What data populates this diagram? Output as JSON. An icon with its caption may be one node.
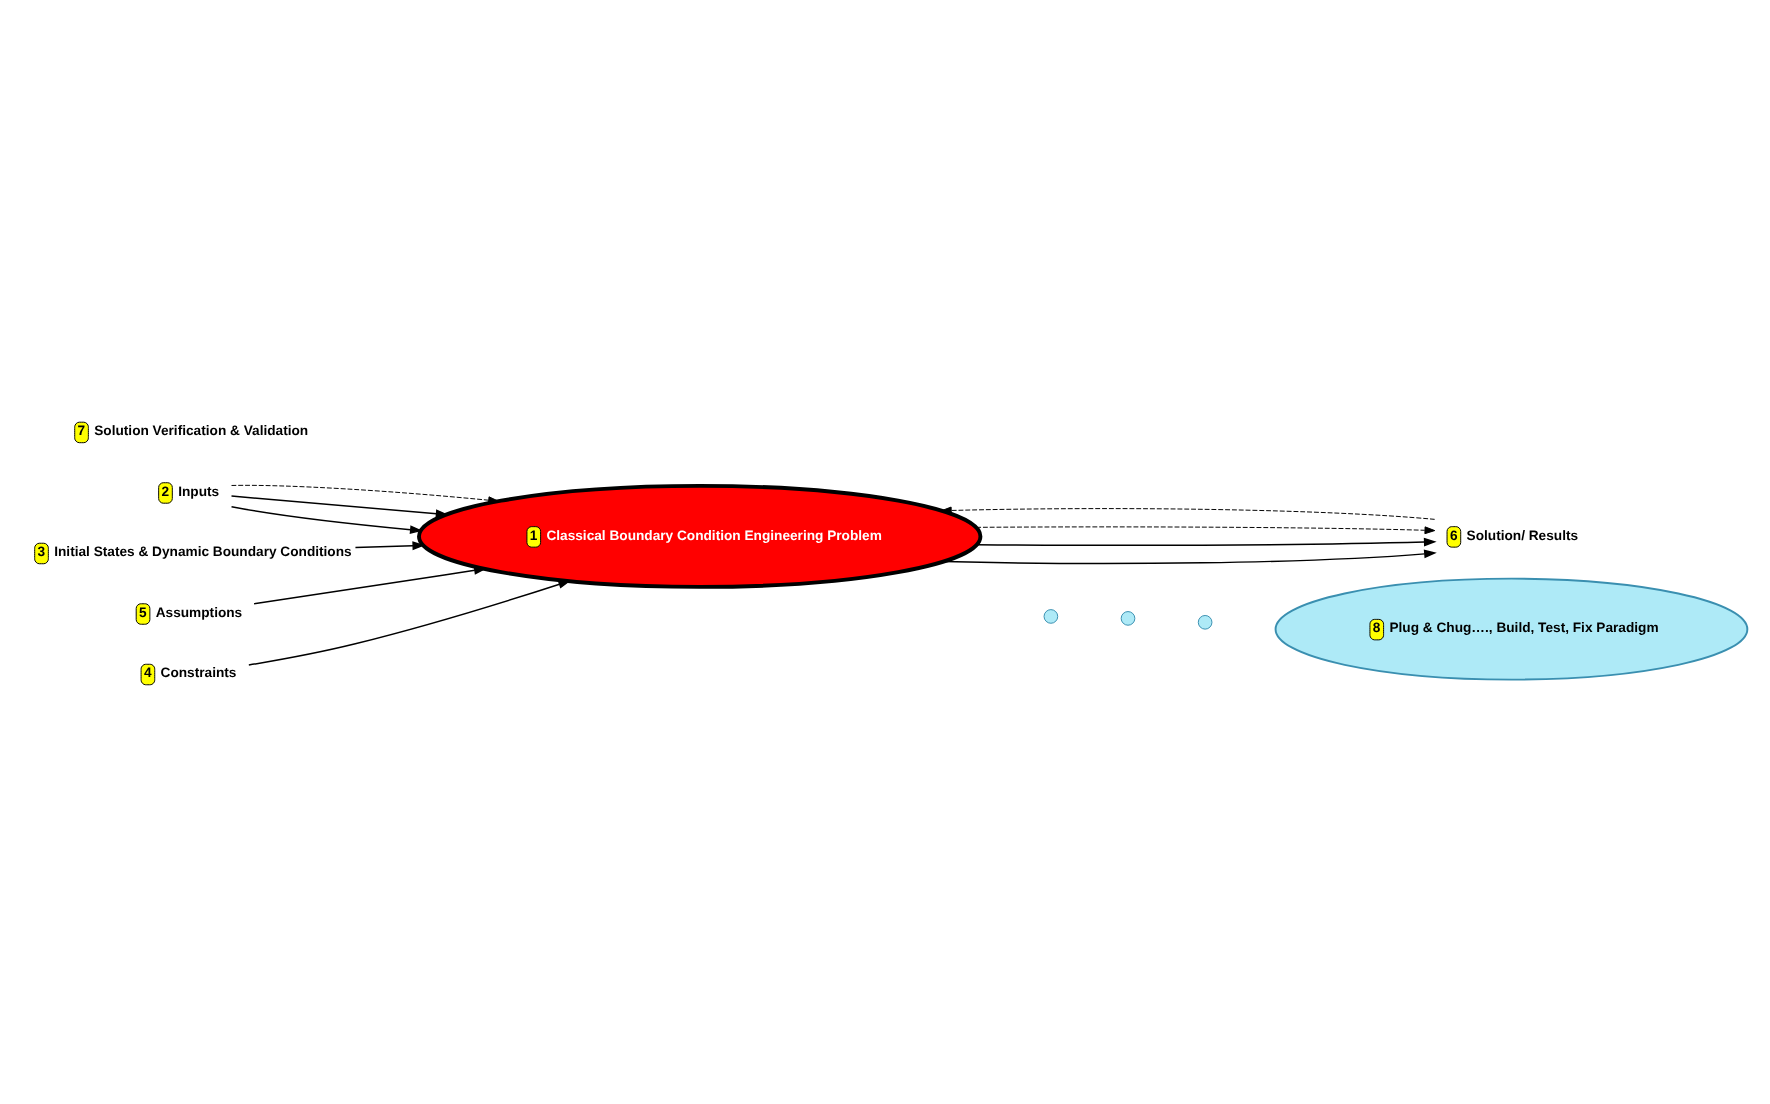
{
  "diagram": {
    "nodes": [
      {
        "text": [
          "1",
          "Classical Boundary Condition Engineering Problem"
        ]
      },
      {
        "text": [
          "2",
          "Inputs"
        ]
      },
      {
        "text": [
          "3",
          "Initial States & Dynamic Boundary Conditions"
        ]
      },
      {
        "text": [
          "5",
          "Assumptions"
        ]
      },
      {
        "text": [
          "4",
          "Constraints"
        ]
      },
      {
        "text": [
          "6",
          "Solution/ Results"
        ]
      },
      {
        "text": [
          "7",
          "Solution Verification & Validation"
        ]
      },
      {
        "text": [
          "8",
          "Plug & Chug…., Build, Test, Fix Paradigm"
        ]
      },
      {
        "text": [],
        "shape": "circle"
      },
      {
        "text": [],
        "shape": "circle"
      },
      {
        "text": [],
        "shape": "circle"
      }
    ],
    "edges": [
      {
        "from": 1,
        "to": 0,
        "arrow": "to"
      },
      {
        "from": 1,
        "to": 0,
        "arrow": "to"
      },
      {
        "from": 1,
        "to": 0,
        "arrow": "to",
        "style": "dashed"
      },
      {
        "from": 2,
        "to": 0,
        "arrow": "to"
      },
      {
        "from": 3,
        "to": 0,
        "arrow": "to"
      },
      {
        "from": 4,
        "to": 0,
        "arrow": "to"
      },
      {
        "from": 0,
        "to": 5,
        "arrow": "to"
      },
      {
        "from": 0,
        "to": 5,
        "arrow": "to"
      },
      {
        "from": 0,
        "to": 5,
        "arrow": "to",
        "style": "dashed"
      },
      {
        "from": 5,
        "to": 0,
        "arrow": "to",
        "style": "dashed"
      }
    ]
  }
}
